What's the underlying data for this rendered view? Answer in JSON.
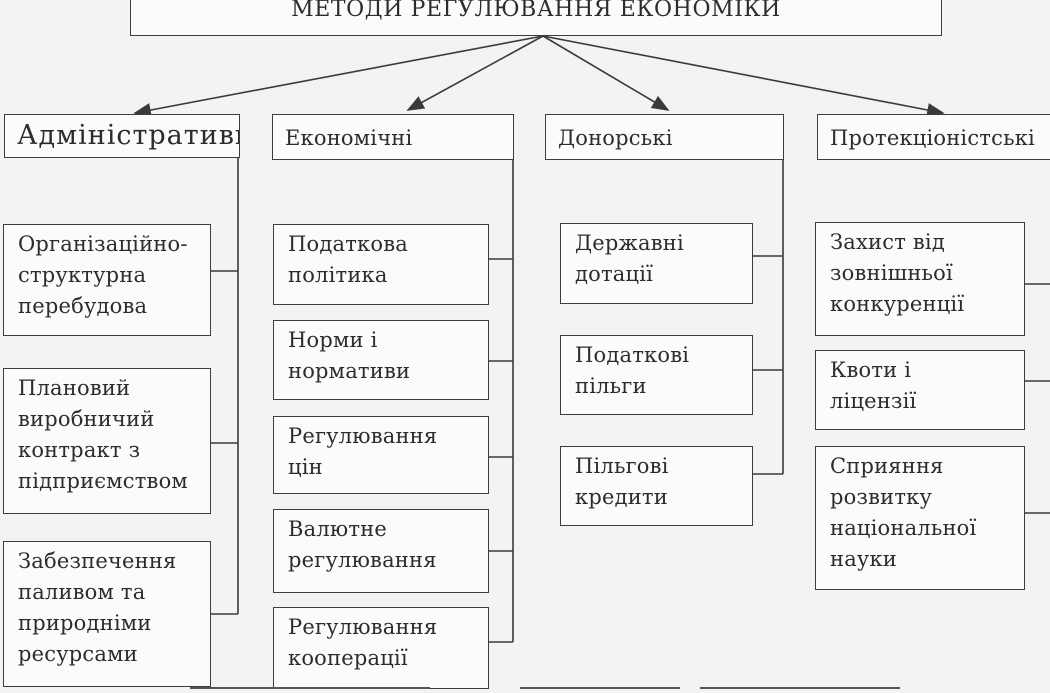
{
  "title": "МЕТОДИ РЕГУЛЮВАННЯ ЕКОНОМІКИ",
  "columns": [
    {
      "header": "Адміністративн",
      "items": [
        "Організаційно-\nструктурна\nперебудова",
        "Плановий\nвиробничий\nконтракт з\nпідприємством",
        "Забезпечення\nпаливом та\nприродніми\nресурсами"
      ]
    },
    {
      "header": "Економічні",
      "items": [
        "Податкова\nполітика",
        "Норми і\nнормативи",
        "Регулювання\nцін",
        "Валютне\nрегулювання",
        "Регулювання\nкооперації"
      ]
    },
    {
      "header": "Донорські",
      "items": [
        "Державні\nдотації",
        "Податкові\nпільги",
        "Пільгові\nкредити"
      ]
    },
    {
      "header": "Протекціоністські",
      "items": [
        "Захист від\nзовнішньої\nконкуренції",
        "Квоти і\nліцензії",
        "Сприяння\nрозвитку\nнаціональної\nнауки"
      ]
    }
  ]
}
